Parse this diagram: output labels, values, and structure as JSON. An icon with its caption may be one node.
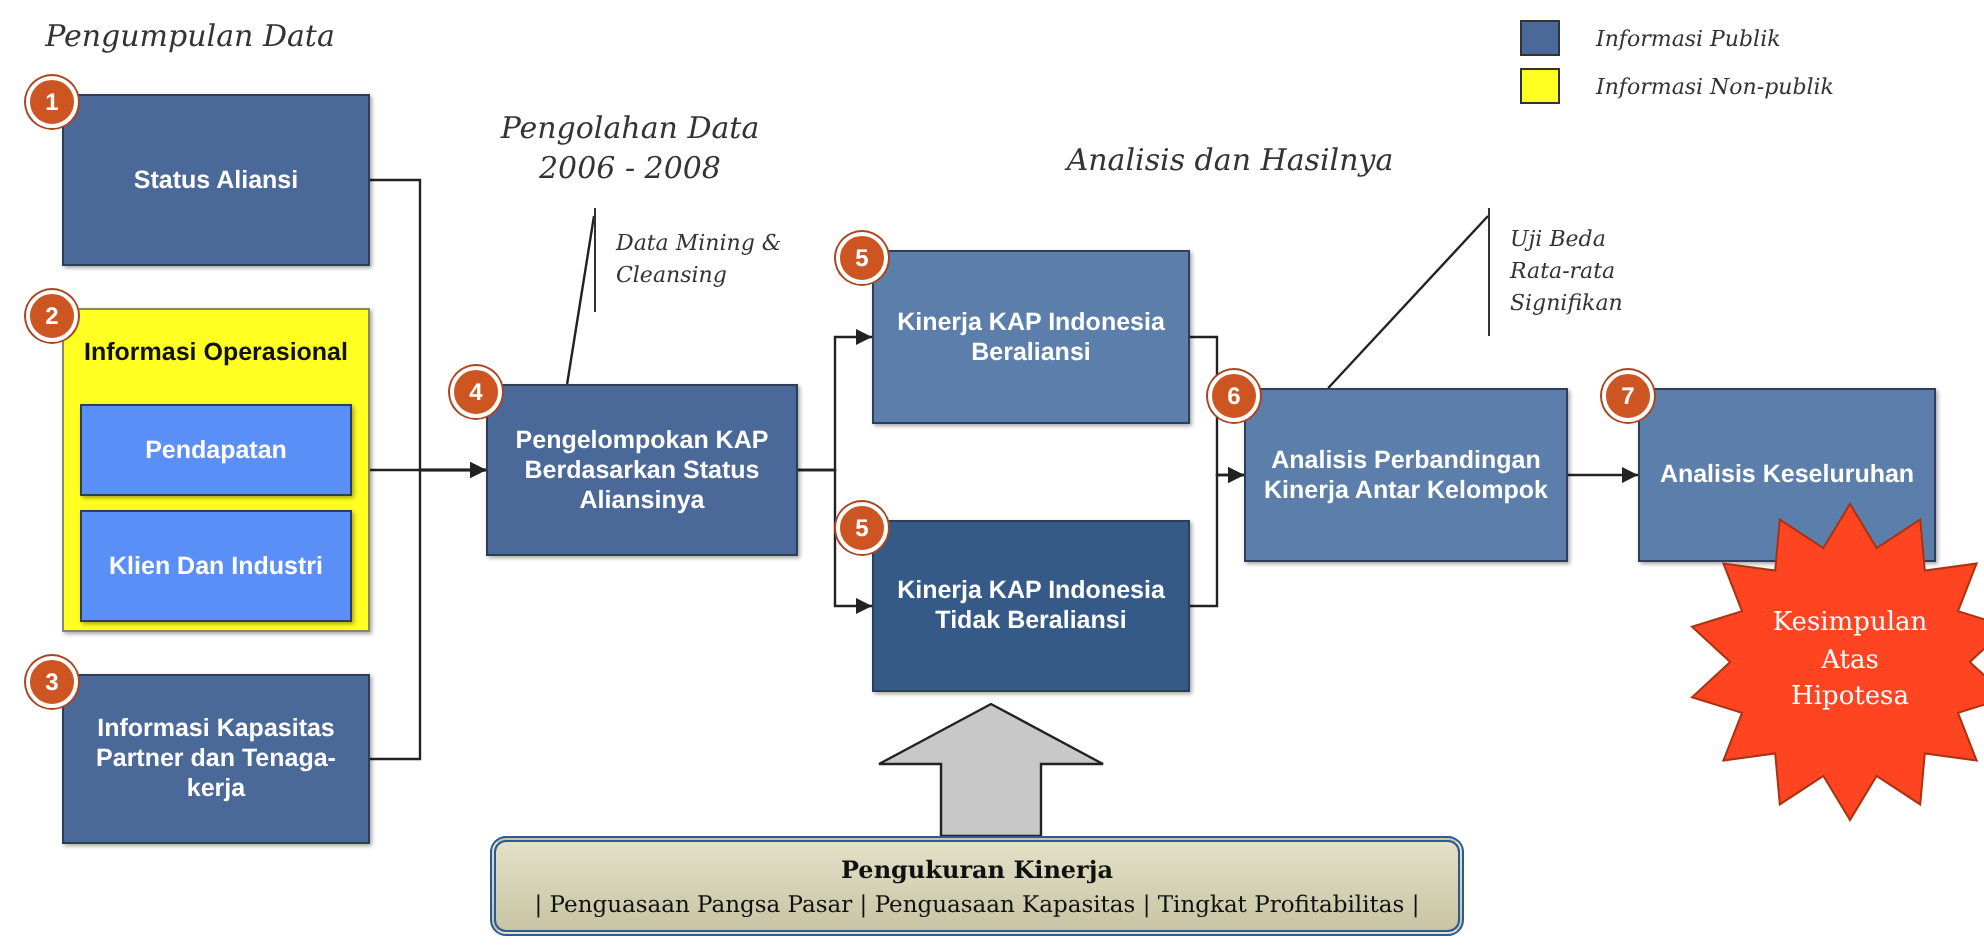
{
  "diagram": {
    "nodes": [
      {
        "text": [
          "Status Aliansi"
        ],
        "beside": [
          "1"
        ]
      },
      {
        "text": [
          "Informasi Operasional"
        ],
        "beside": [
          "2"
        ]
      },
      {
        "text": [
          "Pendapatan"
        ],
        "in": 1
      },
      {
        "text": [
          "Klien Dan Industri"
        ],
        "in": 1
      },
      {
        "text": [
          "Informasi Kapasitas Partner dan Tenaga-kerja"
        ],
        "beside": [
          "3"
        ]
      },
      {
        "text": [
          "Pengelompokan KAP Berdasarkan Status Aliansinya"
        ],
        "beside": [
          "4"
        ]
      },
      {
        "text": [
          "Kinerja KAP Indonesia Beraliansi"
        ],
        "beside": [
          "5"
        ]
      },
      {
        "text": [
          "Kinerja KAP Indonesia Tidak Beraliansi"
        ],
        "beside": [
          "5"
        ]
      },
      {
        "text": [
          "Analisis Perbandingan Kinerja Antar Kelompok"
        ],
        "beside": [
          "6"
        ]
      },
      {
        "text": [
          "Analisis Keseluruhan"
        ],
        "beside": [
          "7"
        ]
      },
      {
        "text": [
          "Kesimpulan Atas Hipotesa"
        ]
      },
      {
        "text": [
          "Pengukuran Kinerja",
          "| Penguasaan Pangsa Pasar | Penguasaan Kapasitas | Tingkat Profitabilitas |"
        ]
      },
      {
        "text": [
          "Data Mining & Cleansing"
        ]
      },
      {
        "text": [
          "Uji Beda Rata-rata Signifikan"
        ]
      }
    ],
    "edges": [
      {
        "from": 0,
        "to": 5,
        "arrow": "to"
      },
      {
        "from": 1,
        "to": 5,
        "arrow": "to"
      },
      {
        "from": 4,
        "to": 5,
        "arrow": "to"
      },
      {
        "from": 5,
        "to": 6,
        "arrow": "to"
      },
      {
        "from": 5,
        "to": 7,
        "arrow": "to"
      },
      {
        "from": 6,
        "to": 8,
        "arrow": "to"
      },
      {
        "from": 7,
        "to": 8,
        "arrow": "to"
      },
      {
        "from": 8,
        "to": 9,
        "arrow": "to"
      },
      {
        "from": 11,
        "to": 7,
        "arrow": "to",
        "style": "thick"
      },
      {
        "from": 12,
        "to": 5,
        "arrow": "none"
      },
      {
        "from": 13,
        "to": 8,
        "arrow": "none"
      }
    ],
    "labels": [
      "Pengumpulan Data",
      "Pengolahan Data 2006 - 2008",
      "Analisis dan Hasilnya"
    ],
    "legend": [
      {
        "text": "Informasi Publik",
        "color": "#4a6898"
      },
      {
        "text": "Informasi Non-publik",
        "color": "#ffff22"
      }
    ]
  }
}
